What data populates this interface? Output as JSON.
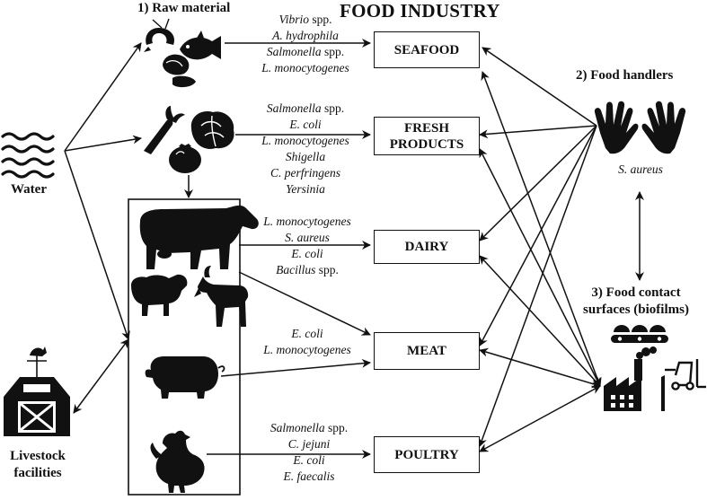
{
  "title": "FOOD INDUSTRY",
  "sources": {
    "raw_material": "1) Raw material",
    "food_handlers": "2) Food handlers",
    "food_contact": [
      "3) Food contact",
      "surfaces (biofilms)"
    ],
    "water": "Water",
    "livestock": [
      "Livestock",
      "facilities"
    ]
  },
  "products": {
    "seafood": [
      "SEAFOOD"
    ],
    "fresh": [
      "FRESH",
      "PRODUCTS"
    ],
    "dairy": [
      "DAIRY"
    ],
    "meat": [
      "MEAT"
    ],
    "poultry": [
      "POULTRY"
    ]
  },
  "pathogens": {
    "seafood": [
      {
        "italic": "Vibrio",
        "rest": " spp."
      },
      {
        "italic": "A. hydrophila",
        "rest": ""
      },
      {
        "italic": "Salmonella",
        "rest": " spp."
      },
      {
        "italic": "L. monocytogenes",
        "rest": ""
      }
    ],
    "fresh": [
      {
        "italic": "Salmonella",
        "rest": " spp."
      },
      {
        "italic": "E. coli",
        "rest": ""
      },
      {
        "italic": "L. monocytogenes",
        "rest": ""
      },
      {
        "italic": "Shigella",
        "rest": ""
      },
      {
        "italic": "C. perfringens",
        "rest": ""
      },
      {
        "italic": "Yersinia",
        "rest": ""
      }
    ],
    "dairy": [
      {
        "italic": "L. monocytogenes",
        "rest": ""
      },
      {
        "italic": "S. aureus",
        "rest": ""
      },
      {
        "italic": "E. coli",
        "rest": ""
      },
      {
        "italic": "Bacillus",
        "rest": " spp."
      }
    ],
    "meat": [
      {
        "italic": "E. coli",
        "rest": ""
      },
      {
        "italic": "L. monocytogenes",
        "rest": ""
      }
    ],
    "poultry": [
      {
        "italic": "Salmonella",
        "rest": " spp."
      },
      {
        "italic": "C. jejuni",
        "rest": ""
      },
      {
        "italic": "E. coli",
        "rest": ""
      },
      {
        "italic": "E. faecalis",
        "rest": ""
      }
    ],
    "handlers": [
      {
        "italic": "S. aureus",
        "rest": ""
      }
    ]
  },
  "icons": [
    "shrimp-icon",
    "fish-icon",
    "mussel-icon",
    "carrot-icon",
    "lettuce-icon",
    "tomato-icon",
    "water-waves-icon",
    "barn-icon",
    "weathervane-icon",
    "cow-icon",
    "sheep-icon",
    "goat-icon",
    "pig-icon",
    "chicken-icon",
    "hands-icon",
    "factory-icon",
    "conveyor-icon",
    "forklift-icon"
  ]
}
